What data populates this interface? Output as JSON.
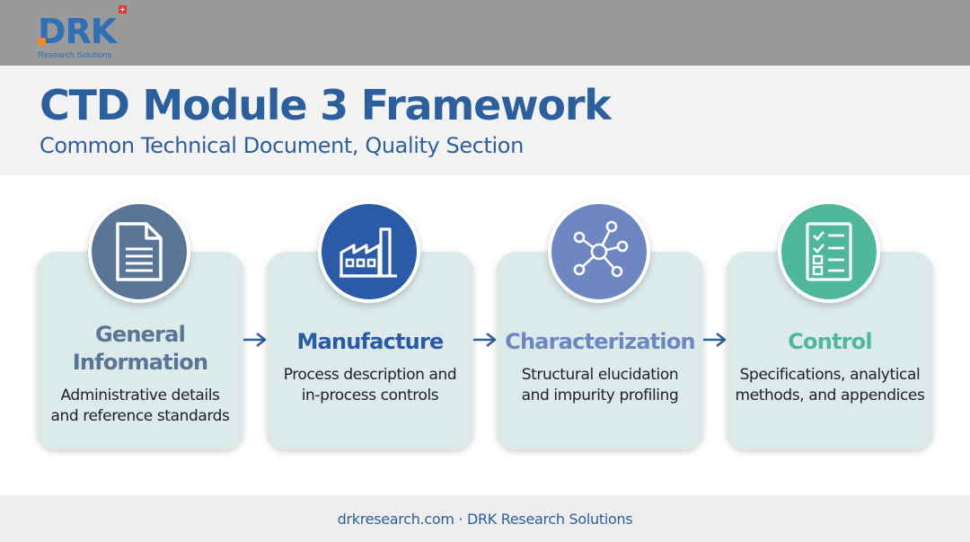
{
  "brand": {
    "logo_text": "DRK",
    "logo_subtitle": "Research Solutions",
    "logo_flag": "+"
  },
  "header": {
    "title": "CTD Module 3 Framework",
    "subtitle": "Common Technical Document, Quality Section"
  },
  "colors": {
    "title_blue": "#2c5f9e",
    "card_bg": "#dcebea",
    "general": "#5b7597",
    "manufacture": "#2a5ba8",
    "characterization": "#6e86c2",
    "control": "#4fb89a"
  },
  "cards": [
    {
      "icon": "document-icon",
      "title_lines": [
        "General",
        "Information"
      ],
      "desc_lines": [
        "Administrative details",
        "and reference standards"
      ],
      "color": "#5b7597"
    },
    {
      "icon": "factory-icon",
      "title_lines": [
        "Manufacture"
      ],
      "desc_lines": [
        "Process description and",
        "in-process controls"
      ],
      "color": "#2a5ba8"
    },
    {
      "icon": "molecule-icon",
      "title_lines": [
        "Characterization"
      ],
      "desc_lines": [
        "Structural elucidation",
        "and impurity profiling"
      ],
      "color": "#6e86c2"
    },
    {
      "icon": "checklist-icon",
      "title_lines": [
        "Control"
      ],
      "desc_lines": [
        "Specifications, analytical",
        "methods, and appendices"
      ],
      "color": "#4fb89a"
    }
  ],
  "footer": {
    "text": "drkresearch.com · DRK Research Solutions"
  }
}
